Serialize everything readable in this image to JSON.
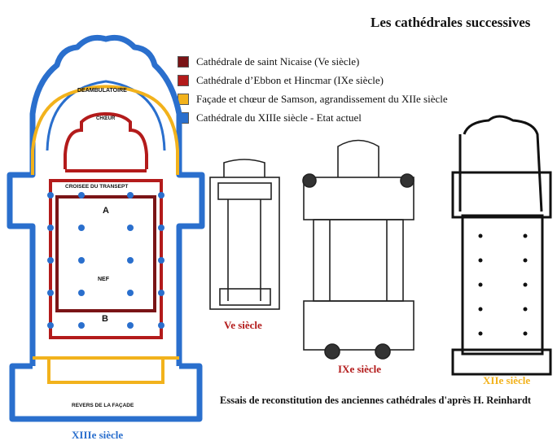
{
  "title": "Les cathédrales successives",
  "legend": [
    {
      "label": "Cathédrale de saint Nicaise (Ve siècle)",
      "color": "#7a1416"
    },
    {
      "label": "Cathédrale d’Ebbon et Hincmar (IXe siècle)",
      "color": "#b31b1b"
    },
    {
      "label": "Façade et chœur de Samson, agrandissement du XIIe siècle",
      "color": "#f2b21c"
    },
    {
      "label": "Cathédrale du XIIIe siècle - Etat actuel",
      "color": "#2a6fcd"
    }
  ],
  "main_plan": {
    "labels": {
      "deambulatoire": "DEAMBULATOIRE",
      "choeur": "CHŒUR",
      "croisee": "CROISEE DU TRANSEPT",
      "a": "A",
      "nef": "NEF",
      "b": "B",
      "revers": "REVERS DE LA FAÇADE"
    },
    "era_label": "XIIIe siècle",
    "era_color": "#2a6fcd"
  },
  "plans": [
    {
      "era_label": "Ve siècle",
      "color": "#b31b1b"
    },
    {
      "era_label": "IXe siècle",
      "color": "#b31b1b"
    },
    {
      "era_label": "XIIe siècle",
      "color": "#f2b21c"
    }
  ],
  "caption": "Essais de reconstitution des anciennes cathédrales d'après H. Reinhardt"
}
